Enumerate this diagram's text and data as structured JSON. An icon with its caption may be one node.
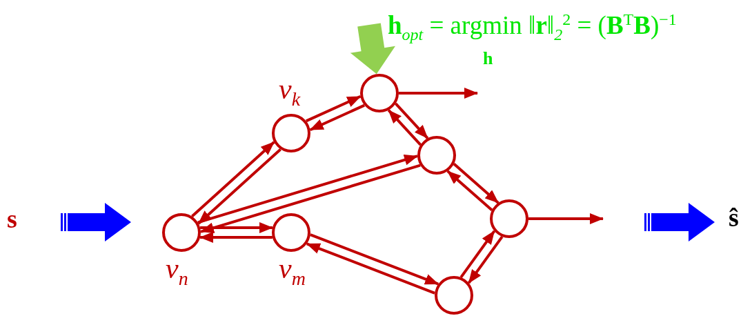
{
  "diagram": {
    "nodes": [
      {
        "text": [
          "s"
        ]
      },
      {
        "text": [],
        "shape": "circle",
        "beside": [
          "v$_{k}$"
        ]
      },
      {
        "text": [],
        "shape": "circle"
      },
      {
        "text": [],
        "shape": "circle"
      },
      {
        "text": [],
        "shape": "circle",
        "beside": [
          "v$_{n}$"
        ]
      },
      {
        "text": [],
        "shape": "circle",
        "beside": [
          "v$_{m}$"
        ]
      },
      {
        "text": [],
        "shape": "circle"
      },
      {
        "text": [],
        "shape": "circle"
      },
      {
        "text": [
          "ŝ"
        ]
      }
    ],
    "edges": [
      {
        "from": 4,
        "to": 1,
        "arrow": "to"
      },
      {
        "from": 1,
        "to": 4,
        "arrow": "to"
      },
      {
        "from": 1,
        "to": 2,
        "arrow": "to"
      },
      {
        "from": 2,
        "to": 1,
        "arrow": "to"
      },
      {
        "from": 2,
        "to": 3,
        "arrow": "to"
      },
      {
        "from": 3,
        "to": 2,
        "arrow": "to"
      },
      {
        "from": 4,
        "to": 3,
        "arrow": "to"
      },
      {
        "from": 3,
        "to": 4,
        "arrow": "to"
      },
      {
        "from": 4,
        "to": 5,
        "arrow": "to"
      },
      {
        "from": 5,
        "to": 4,
        "arrow": "to"
      },
      {
        "from": 5,
        "to": 7,
        "arrow": "to"
      },
      {
        "from": 7,
        "to": 5,
        "arrow": "to"
      },
      {
        "from": 3,
        "to": 6,
        "arrow": "to"
      },
      {
        "from": 6,
        "to": 3,
        "arrow": "to"
      },
      {
        "from": 6,
        "to": 7,
        "arrow": "to"
      },
      {
        "from": 7,
        "to": 6,
        "arrow": "to"
      },
      {
        "from": 2,
        "to": null,
        "arrow": "to"
      },
      {
        "from": 6,
        "to": null,
        "arrow": "to"
      },
      {
        "from": null,
        "to": 2,
        "arrow": "to",
        "style": "thick",
        "color": "#92d050"
      }
    ],
    "labels": [
      "**h**$_{opt}$ = argmin ‖**r**‖$_{2}$$^{2}$ = (**B**$^{T}$**B**)$^{−1}$",
      "h"
    ]
  }
}
